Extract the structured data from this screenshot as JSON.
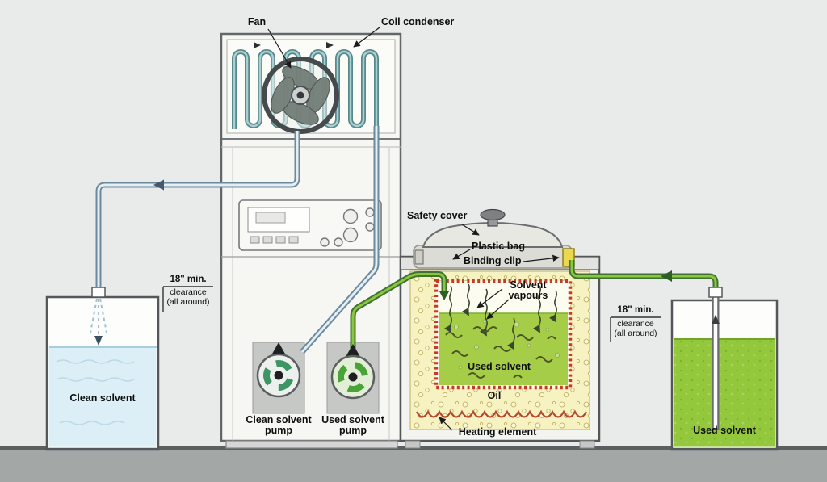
{
  "diagram": {
    "labels": {
      "fan": "Fan",
      "coil_condenser": "Coil condenser",
      "safety_cover": "Safety cover",
      "plastic_bag": "Plastic bag",
      "binding_clip": "Binding clip",
      "solvent_vapours_line1": "Solvent",
      "solvent_vapours_line2": "vapours",
      "used_solvent_inner": "Used solvent",
      "oil": "Oil",
      "heating_element": "Heating element",
      "clean_solvent_tank": "Clean solvent",
      "used_solvent_tank": "Used  solvent",
      "clean_pump_line1": "Clean solvent",
      "clean_pump_line2": "pump",
      "used_pump_line1": "Used solvent",
      "used_pump_line2": "pump"
    },
    "clearance_left": {
      "min": "18\" min.",
      "clearance": "clearance",
      "all_around": "(all around)"
    },
    "clearance_right": {
      "min": "18\" min.",
      "clearance": "clearance",
      "all_around": "(all around)"
    },
    "colors": {
      "background": "#e9ebea",
      "ground": "#a3a7a6",
      "clean_solvent_blue": "#dceef6",
      "used_solvent_green": "#93c83c",
      "pipe_clean_outline": "#6d8a9c",
      "pipe_used_green": "#3f7233",
      "coil_teal": "#57898b",
      "oil_jacket_yellow": "#f7f2c2",
      "heater_red": "#b5452e",
      "binding_clip_yellow": "#ead84e"
    }
  }
}
